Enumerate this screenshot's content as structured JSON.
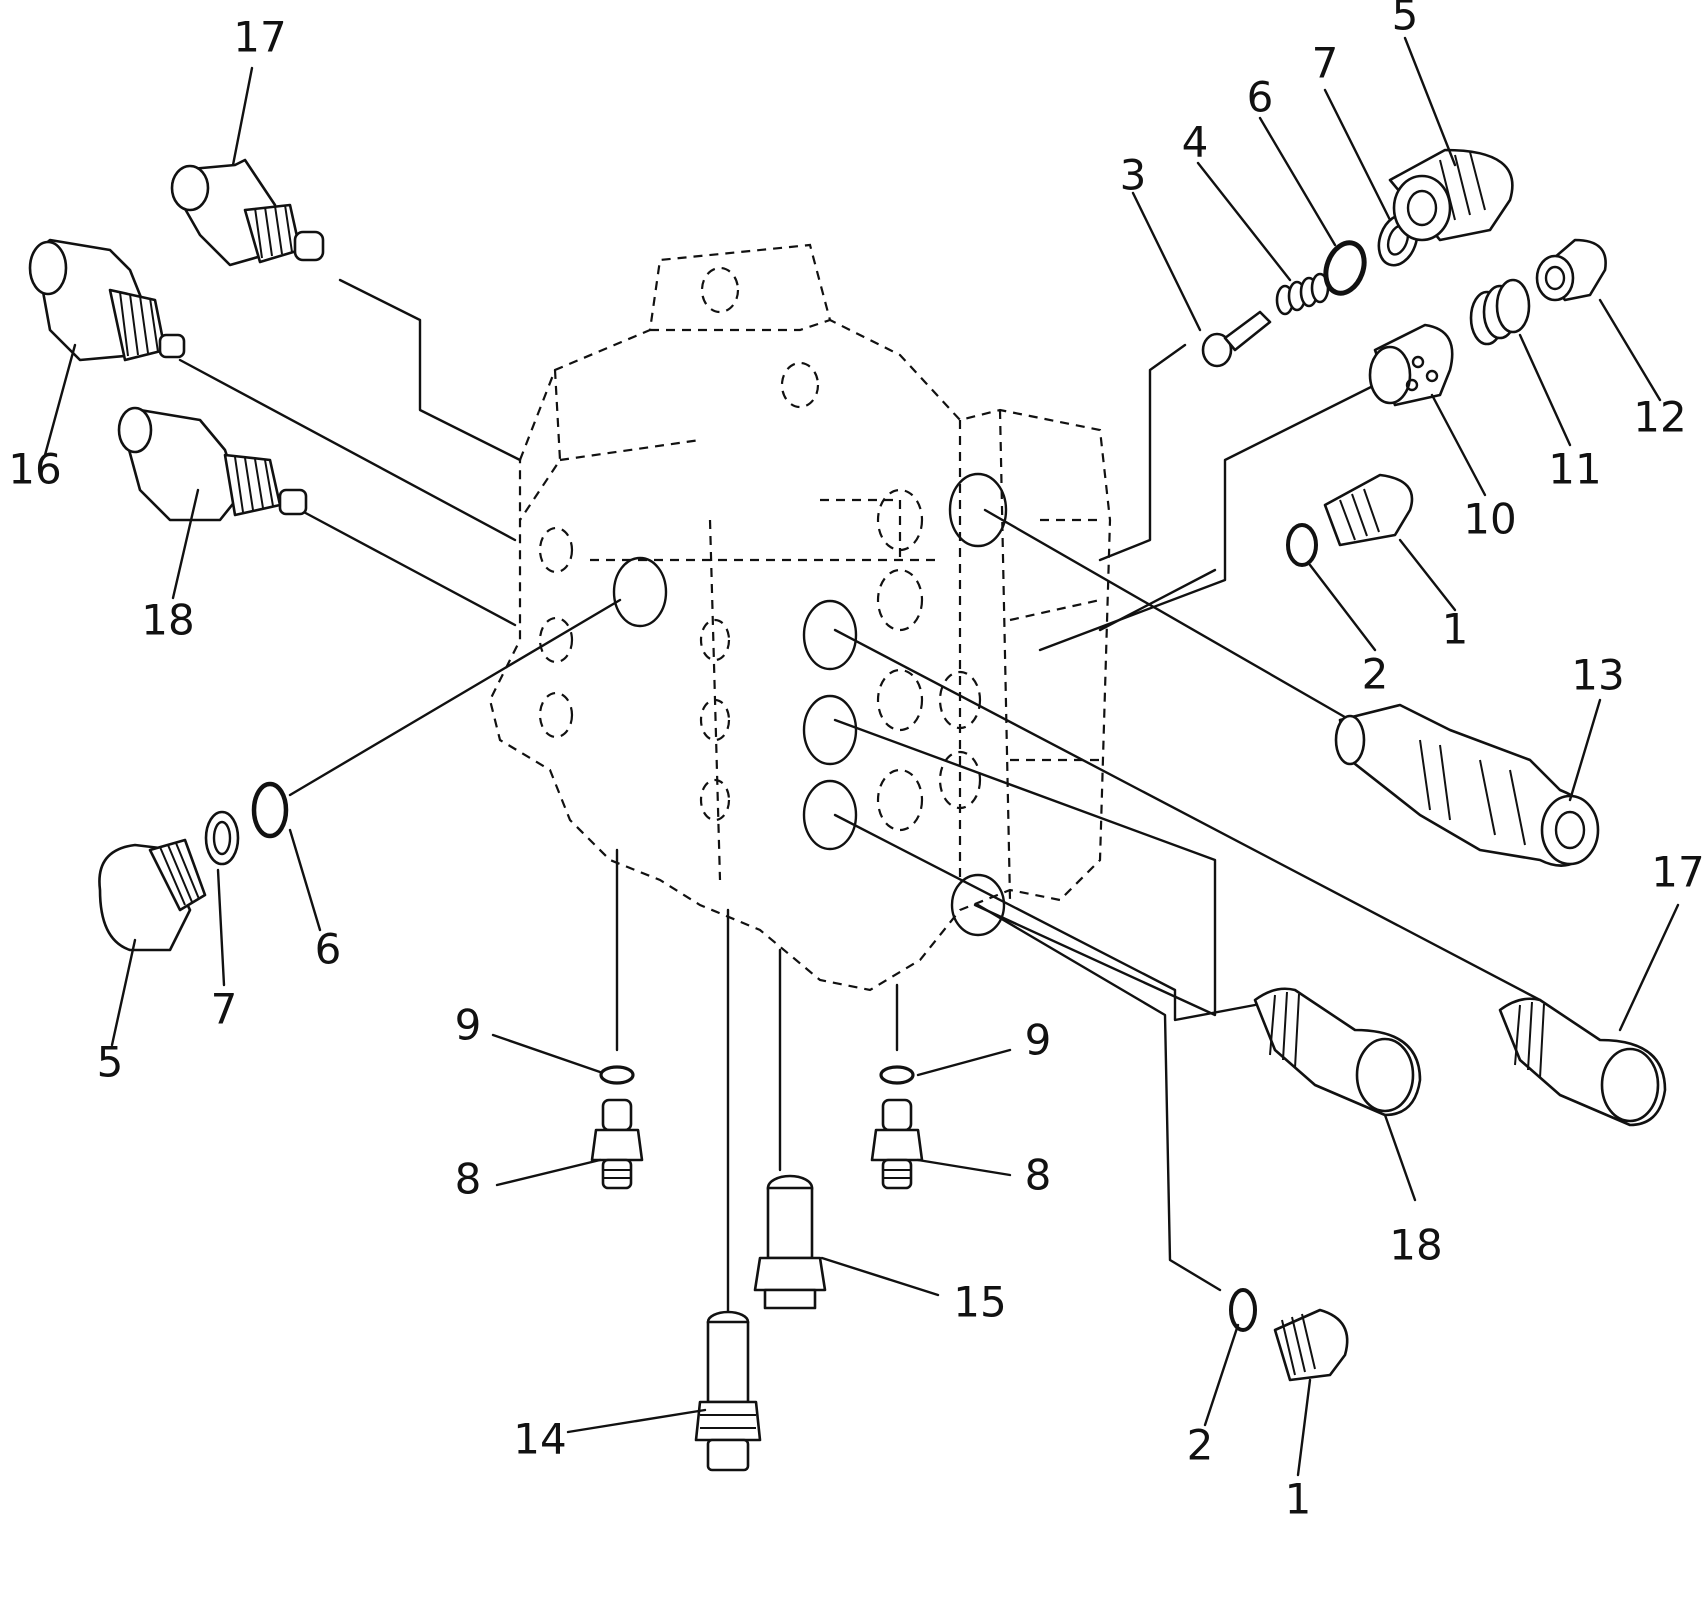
{
  "callouts": [
    {
      "id": "c17a",
      "text": "17"
    },
    {
      "id": "c16",
      "text": "16"
    },
    {
      "id": "c18a",
      "text": "18"
    },
    {
      "id": "c5a",
      "text": "5"
    },
    {
      "id": "c7a",
      "text": "7"
    },
    {
      "id": "c6a",
      "text": "6"
    },
    {
      "id": "c3",
      "text": "3"
    },
    {
      "id": "c4",
      "text": "4"
    },
    {
      "id": "c6b",
      "text": "6"
    },
    {
      "id": "c7b",
      "text": "7"
    },
    {
      "id": "c5b",
      "text": "5"
    },
    {
      "id": "c12",
      "text": "12"
    },
    {
      "id": "c11",
      "text": "11"
    },
    {
      "id": "c10",
      "text": "10"
    },
    {
      "id": "c1a",
      "text": "1"
    },
    {
      "id": "c2a",
      "text": "2"
    },
    {
      "id": "c13",
      "text": "13"
    },
    {
      "id": "c17b",
      "text": "17"
    },
    {
      "id": "c18b",
      "text": "18"
    },
    {
      "id": "c9a",
      "text": "9"
    },
    {
      "id": "c8a",
      "text": "8"
    },
    {
      "id": "c9b",
      "text": "9"
    },
    {
      "id": "c8b",
      "text": "8"
    },
    {
      "id": "c15",
      "text": "15"
    },
    {
      "id": "c14",
      "text": "14"
    },
    {
      "id": "c2b",
      "text": "2"
    },
    {
      "id": "c1b",
      "text": "1"
    }
  ]
}
